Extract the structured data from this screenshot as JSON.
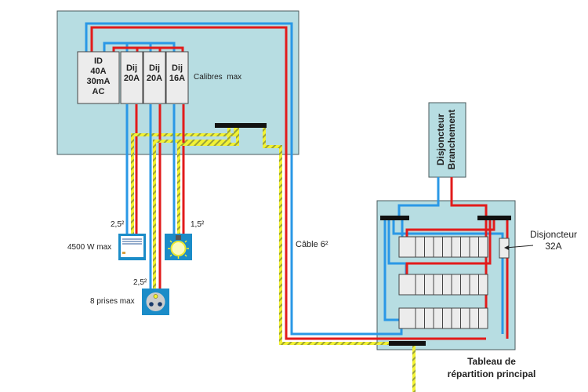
{
  "colors": {
    "panel_bg": "#b7dde2",
    "panel_border": "#4a5a5c",
    "phase": "#e21b1b",
    "neutral": "#2a98e6",
    "earth_yellow": "#f2f233",
    "earth_green": "#9aa23a",
    "module_bg": "#ececec",
    "bar": "#111111",
    "device_bg": "#1b8cc8"
  },
  "sub_panel": {
    "id_breaker": {
      "lines": [
        "ID",
        "40A",
        "30mA",
        "AC"
      ]
    },
    "breakers": [
      {
        "lines": [
          "Dij",
          "20A"
        ]
      },
      {
        "lines": [
          "Dij",
          "20A"
        ]
      },
      {
        "lines": [
          "Dij",
          "16A"
        ]
      }
    ],
    "calibres_label": "Calibres  max"
  },
  "loads": {
    "heater": {
      "section": "2,5²",
      "label": "4500 W max",
      "icon": "radiator-icon"
    },
    "light": {
      "section": "1,5²",
      "icon": "light-bulb-icon"
    },
    "socket": {
      "section": "2,5²",
      "label": "8 prises max",
      "icon": "socket-icon"
    }
  },
  "cable_label": "Câble 6²",
  "branchement": {
    "lines": [
      "Disjoncteur",
      "Branchement"
    ]
  },
  "main_panel": {
    "title_lines": [
      "Tableau de",
      "répartition principal"
    ],
    "disjoncteur_32a": [
      "Disjoncteur",
      "32A"
    ],
    "rows": 3,
    "modules_per_row": 9
  }
}
